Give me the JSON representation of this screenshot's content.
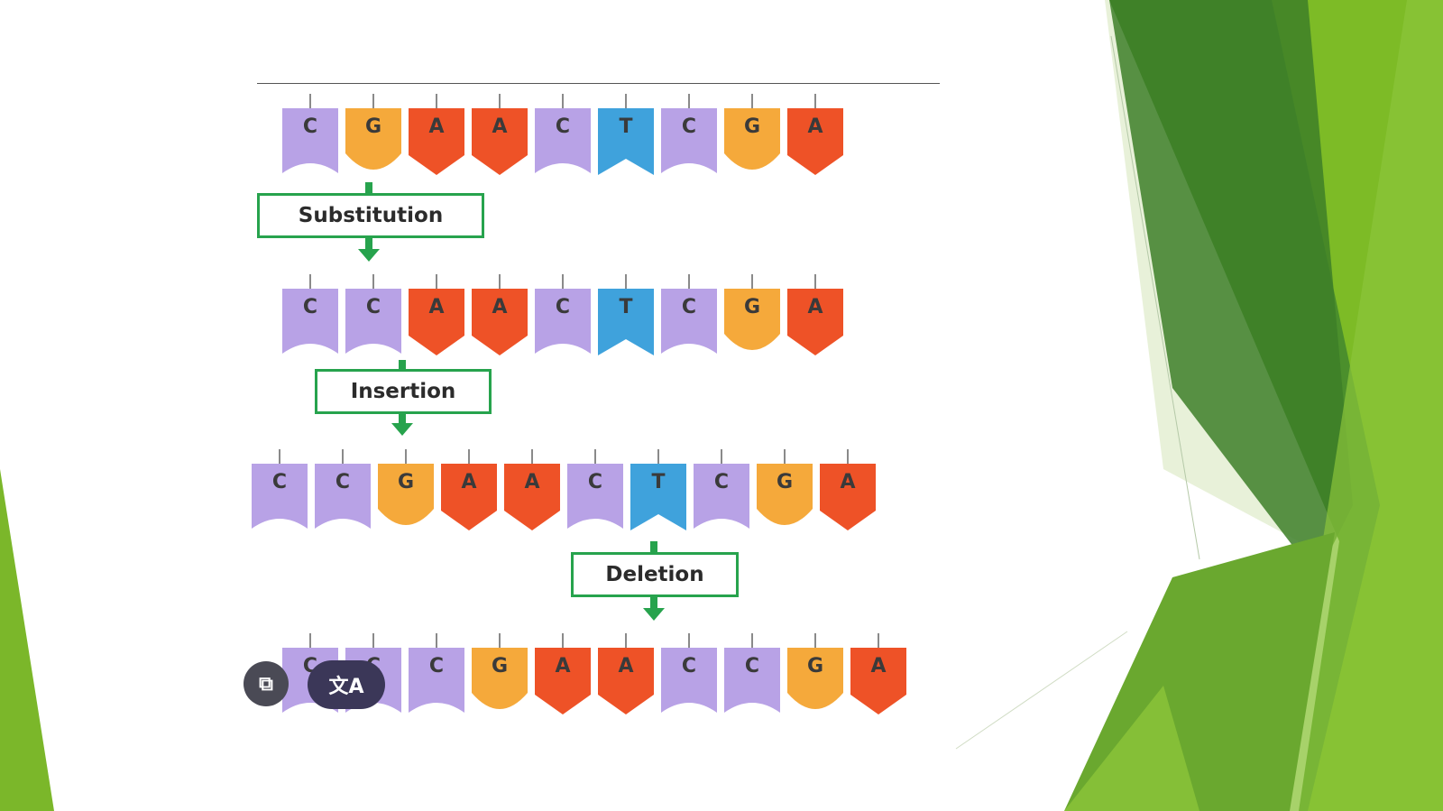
{
  "diagram": {
    "rows": [
      {
        "id": "original",
        "bases": [
          "C",
          "G",
          "A",
          "A",
          "C",
          "T",
          "C",
          "G",
          "A"
        ]
      },
      {
        "id": "after-substitution",
        "bases": [
          "C",
          "C",
          "A",
          "A",
          "C",
          "T",
          "C",
          "G",
          "A"
        ]
      },
      {
        "id": "after-insertion",
        "bases": [
          "C",
          "C",
          "G",
          "A",
          "A",
          "C",
          "T",
          "C",
          "G",
          "A"
        ]
      },
      {
        "id": "after-deletion",
        "bases": [
          "C",
          "C",
          "C",
          "G",
          "A",
          "A",
          "C",
          "C",
          "G",
          "A"
        ]
      }
    ],
    "steps": [
      {
        "label": "Substitution"
      },
      {
        "label": "Insertion"
      },
      {
        "label": "Deletion"
      }
    ]
  },
  "colors": {
    "C": "#b8a2e6",
    "G": "#f5a93b",
    "A": "#ee5227",
    "T": "#3fa2dc",
    "step_green": "#27a34d"
  },
  "overlay": {
    "translate_icon": "translate-icon",
    "translate_glyph": "文A",
    "copy_icon": "copy-icon"
  }
}
